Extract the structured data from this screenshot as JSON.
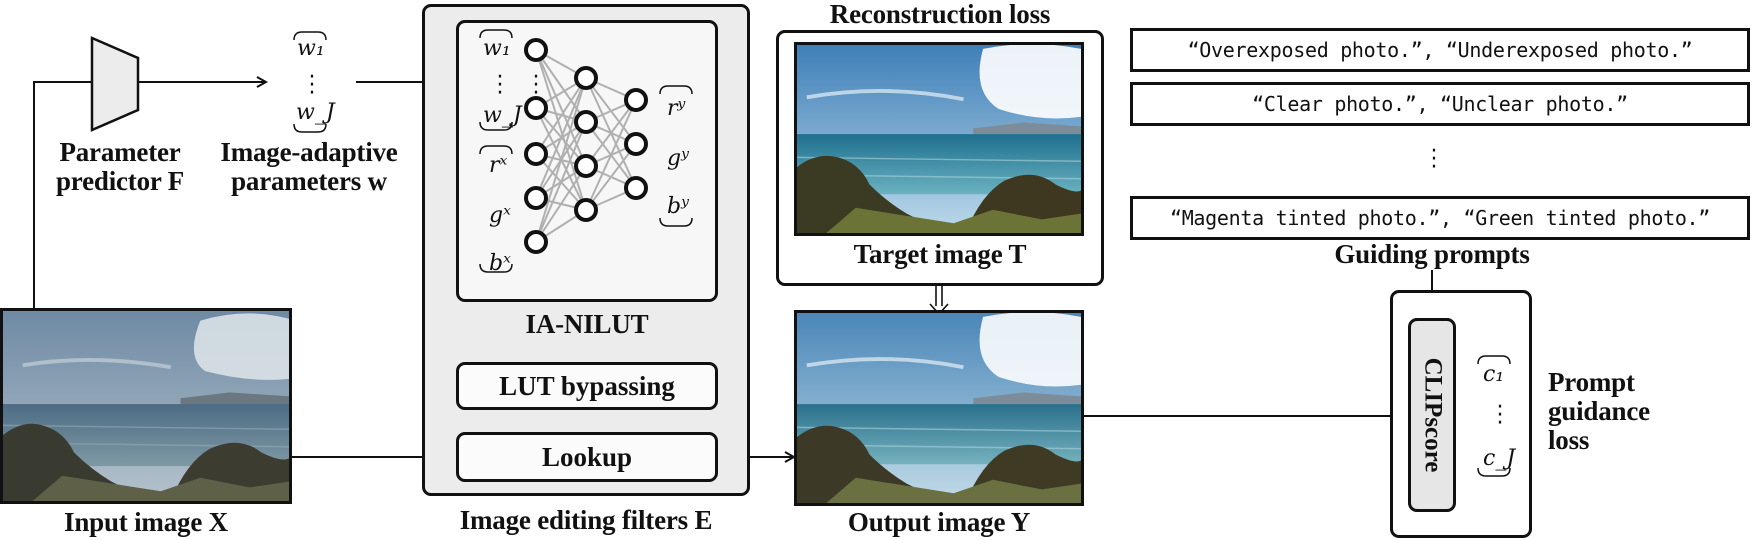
{
  "labels": {
    "parameter_predictor": [
      "Parameter",
      "predictor F"
    ],
    "image_adaptive": [
      "Image-adaptive",
      "parameters w"
    ],
    "ia_nilut": "IA-NILUT",
    "lut_bypassing": "LUT bypassing",
    "lookup": "Lookup",
    "input_image": "Input image X",
    "filters": "Image editing filters E",
    "output_image": "Output image Y",
    "target_image": "Target image T",
    "reconstruction_loss": "Reconstruction loss",
    "guiding_prompts": "Guiding prompts",
    "clipscore": "CLIPscore",
    "prompt_guidance_loss": [
      "Prompt",
      "guidance",
      "loss"
    ]
  },
  "math": {
    "w1": "w₁",
    "wJ": "w_J",
    "rx": "rˣ",
    "gx": "gˣ",
    "bx": "bˣ",
    "ry": "rʸ",
    "gy": "gʸ",
    "by": "bʸ",
    "c1": "c₁",
    "cJ": "c_J"
  },
  "prompts": [
    "“Overexposed photo.”, “Underexposed photo.”",
    "“Clear photo.”, “Unclear photo.”",
    "“Magenta tinted photo.”, “Green tinted photo.”"
  ],
  "colors": {
    "line": "#111111",
    "filters_bg": "#ececec",
    "clipscore_bg": "#e6e6e6",
    "node_edge": "#b0b0b0"
  }
}
